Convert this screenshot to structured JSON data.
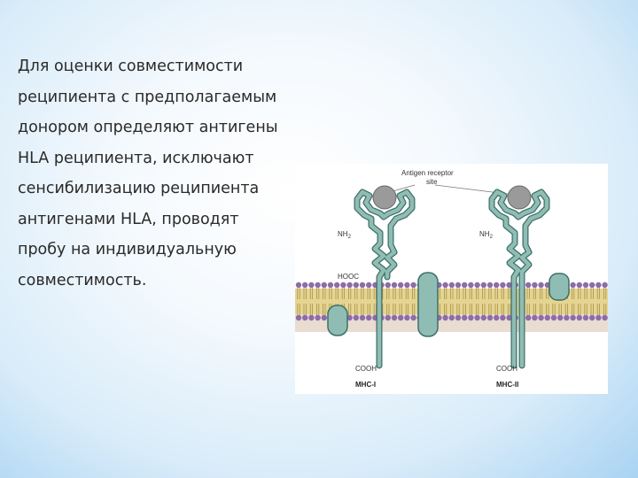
{
  "slide": {
    "text": "Для оценки совместимости\nреципиента с предполагаемым\nдонором определяют антигены\nHLA реципиента, исключают\nсенсибилизацию реципиента\nантигенами HLA, проводят\nпробу на индивидуальную\nсовместимость."
  },
  "figure": {
    "receptor_site_label_1": "Antigen receptor",
    "receptor_site_label_2": "site",
    "nh2_left": "NH",
    "nh2_right": "NH",
    "subscript_2": "2",
    "hooc": "HOOC",
    "cooh_left": "COOH",
    "cooh_right": "COOH",
    "mhc1": "MHC-I",
    "mhc2": "MHC-II"
  },
  "colors": {
    "protein_fill": "#8fbdb4",
    "protein_stroke": "#3d6f68",
    "lipid_head": "#8d6ca8",
    "membrane_core": "#e5d590",
    "knob": "#9a9a9a",
    "background_edge": "#a9d3f3"
  }
}
